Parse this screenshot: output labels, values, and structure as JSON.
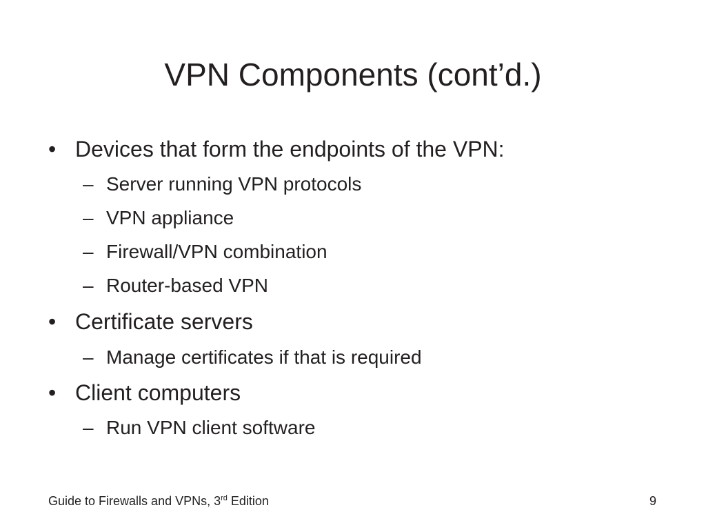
{
  "slide": {
    "title": "VPN Components (cont’d.)",
    "bullets": [
      {
        "text": "Devices that form the endpoints of the VPN:",
        "sub": [
          "Server running VPN protocols",
          "VPN appliance",
          "Firewall/VPN combination",
          "Router-based VPN"
        ]
      },
      {
        "text": "Certificate servers",
        "sub": [
          "Manage certificates if that is required"
        ]
      },
      {
        "text": "Client computers",
        "sub": [
          "Run VPN client software"
        ]
      }
    ],
    "bullet_marker": "•",
    "sub_marker": "–"
  },
  "footer": {
    "book_title": "Guide to Firewalls and VPNs, 3",
    "edition_sup": "rd",
    "edition_suffix": " Edition",
    "page_number": "9"
  }
}
